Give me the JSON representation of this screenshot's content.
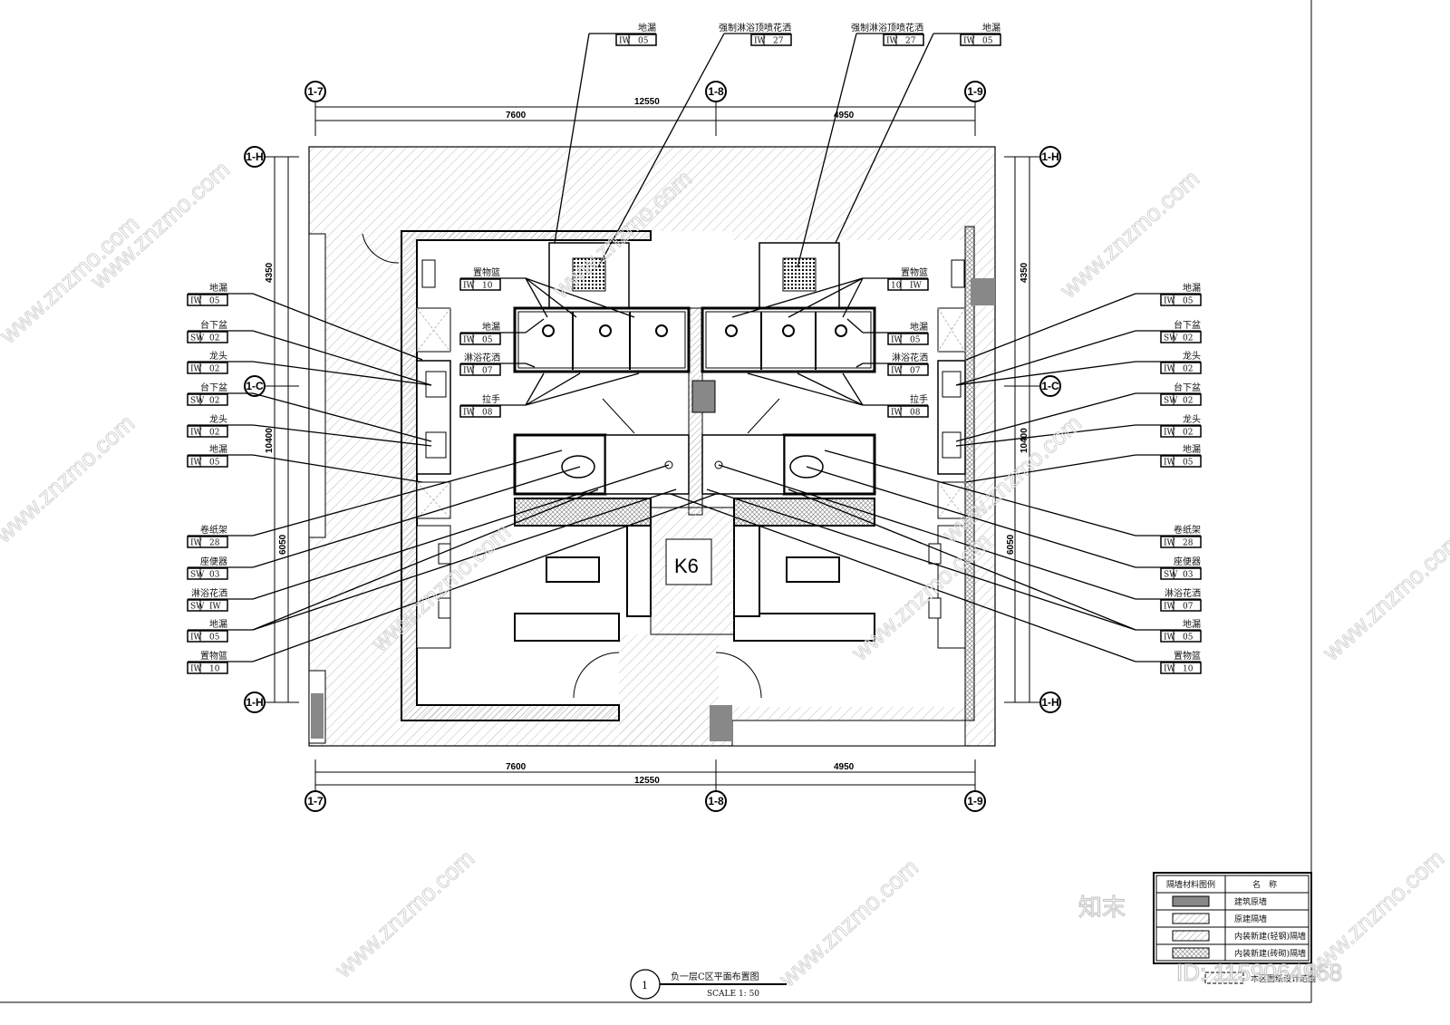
{
  "drawing": {
    "title": "负一层C区平面布置图",
    "scale": "SCALE 1: 50",
    "number": "1",
    "room_tag": "K6"
  },
  "dimensions": {
    "total_width": "12550",
    "left_width": "7600",
    "right_width": "4950",
    "total_height": "10400",
    "upper_height": "4350",
    "lower_height": "6050"
  },
  "grid_axes": {
    "top": [
      "1-7",
      "1-8",
      "1-9"
    ],
    "bottom": [
      "1-7",
      "1-8",
      "1-9"
    ],
    "left": [
      "1-H",
      "1-C",
      "1-H"
    ],
    "right": [
      "1-H",
      "1-C",
      "1-H"
    ]
  },
  "top_callouts": [
    {
      "label": "地漏",
      "code": [
        "IW",
        "05"
      ]
    },
    {
      "label": "强制淋浴顶喷花洒",
      "code": [
        "IW",
        "27"
      ]
    },
    {
      "label": "强制淋浴顶喷花洒",
      "code": [
        "IW",
        "27"
      ]
    },
    {
      "label": "地漏",
      "code": [
        "IW",
        "05"
      ]
    }
  ],
  "left_callouts": [
    {
      "label": "地漏",
      "code": [
        "IW",
        "05"
      ]
    },
    {
      "label": "台下盆",
      "code": [
        "SW",
        "02"
      ]
    },
    {
      "label": "龙头",
      "code": [
        "IW",
        "02"
      ]
    },
    {
      "label": "台下盆",
      "code": [
        "SW",
        "02"
      ]
    },
    {
      "label": "龙头",
      "code": [
        "IW",
        "02"
      ]
    },
    {
      "label": "地漏",
      "code": [
        "IW",
        "05"
      ]
    },
    {
      "label": "卷纸架",
      "code": [
        "IW",
        "28"
      ]
    },
    {
      "label": "座便器",
      "code": [
        "SW",
        "03"
      ]
    },
    {
      "label": "淋浴花洒",
      "code": [
        "SW",
        "IW"
      ]
    },
    {
      "label": "地漏",
      "code": [
        "IW",
        "05"
      ]
    },
    {
      "label": "置物篮",
      "code": [
        "IW",
        "10"
      ]
    }
  ],
  "right_callouts": [
    {
      "label": "地漏",
      "code": [
        "IW",
        "05"
      ]
    },
    {
      "label": "台下盆",
      "code": [
        "SW",
        "02"
      ]
    },
    {
      "label": "龙头",
      "code": [
        "IW",
        "02"
      ]
    },
    {
      "label": "台下盆",
      "code": [
        "SW",
        "02"
      ]
    },
    {
      "label": "龙头",
      "code": [
        "IW",
        "02"
      ]
    },
    {
      "label": "地漏",
      "code": [
        "IW",
        "05"
      ]
    },
    {
      "label": "卷纸架",
      "code": [
        "IW",
        "28"
      ]
    },
    {
      "label": "座便器",
      "code": [
        "SW",
        "03"
      ]
    },
    {
      "label": "淋浴花洒",
      "code": [
        "IW",
        "07"
      ]
    },
    {
      "label": "地漏",
      "code": [
        "IW",
        "05"
      ]
    },
    {
      "label": "置物篮",
      "code": [
        "IW",
        "10"
      ]
    }
  ],
  "inner_left_callouts": [
    {
      "label": "置物篮",
      "code": [
        "IW",
        "10"
      ]
    },
    {
      "label": "地漏",
      "code": [
        "IW",
        "05"
      ]
    },
    {
      "label": "淋浴花洒",
      "code": [
        "IW",
        "07"
      ]
    },
    {
      "label": "拉手",
      "code": [
        "IW",
        "08"
      ]
    }
  ],
  "inner_right_callouts": [
    {
      "label": "置物篮",
      "code": [
        "10",
        "IW"
      ]
    },
    {
      "label": "地漏",
      "code": [
        "IW",
        "05"
      ]
    },
    {
      "label": "淋浴花洒",
      "code": [
        "IW",
        "07"
      ]
    },
    {
      "label": "拉手",
      "code": [
        "IW",
        "08"
      ]
    }
  ],
  "legend": {
    "header": [
      "隔墙材料图例",
      "名　称"
    ],
    "rows": [
      "建筑原墙",
      "原建隔墙",
      "内装新建(轻钢)隔墙",
      "内装新建(砖砌)隔墙"
    ],
    "scope_label": "本区图纸设计范围"
  },
  "watermark": {
    "site": "www.znzmo.com",
    "brand": "知末",
    "id": "ID: 1159064968"
  }
}
